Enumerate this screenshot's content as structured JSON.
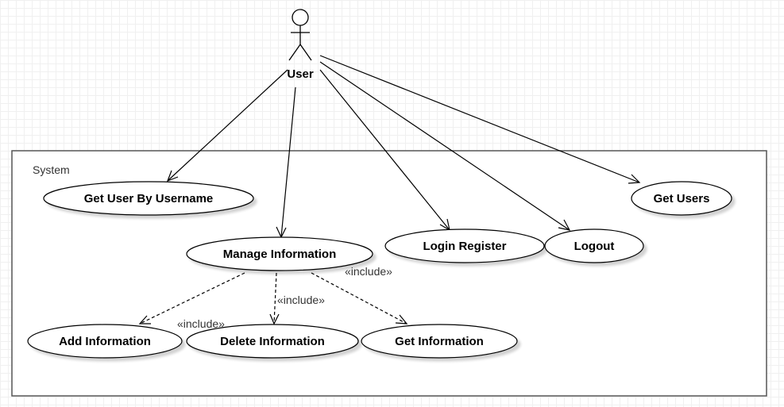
{
  "actor": {
    "name": "User"
  },
  "system": {
    "label": "System"
  },
  "use_cases": {
    "get_user_by_username": "Get User By Username",
    "manage_information": "Manage Information",
    "login_register": "Login Register",
    "logout": "Logout",
    "get_users": "Get Users",
    "add_information": "Add Information",
    "delete_information": "Delete Information",
    "get_information": "Get Information"
  },
  "relations": {
    "include_label": "«include»"
  }
}
